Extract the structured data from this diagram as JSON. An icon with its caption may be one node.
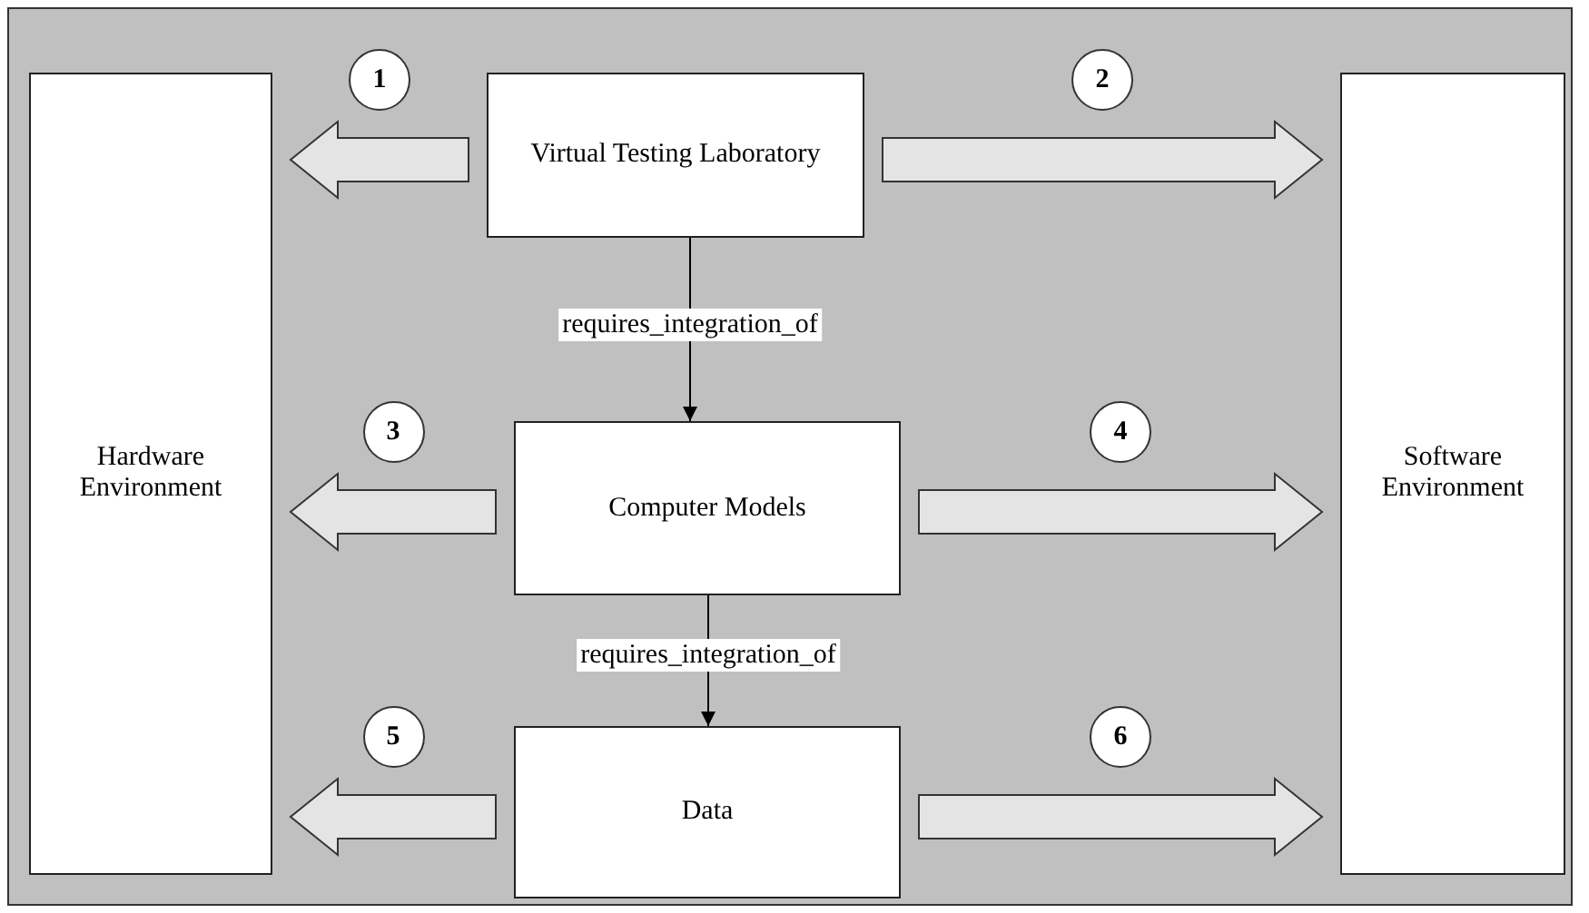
{
  "diagram": {
    "nodes": [
      {
        "text": [
          "Hardware Environment"
        ]
      },
      {
        "text": [
          "Virtual Testing Laboratory"
        ]
      },
      {
        "text": [
          "Computer Models"
        ]
      },
      {
        "text": [
          "Data"
        ]
      },
      {
        "text": [
          "Software Environment"
        ]
      }
    ],
    "edges": [
      {
        "from": 1,
        "to": 2,
        "arrow": "to",
        "label": "requires_integration_of"
      },
      {
        "from": 2,
        "to": 3,
        "arrow": "to",
        "label": "requires_integration_of"
      },
      {
        "from": 1,
        "to": 0,
        "arrow": "to",
        "label": "1",
        "style": "thick"
      },
      {
        "from": 1,
        "to": 4,
        "arrow": "to",
        "label": "2",
        "style": "thick"
      },
      {
        "from": 2,
        "to": 0,
        "arrow": "to",
        "label": "3",
        "style": "thick"
      },
      {
        "from": 2,
        "to": 4,
        "arrow": "to",
        "label": "4",
        "style": "thick"
      },
      {
        "from": 3,
        "to": 0,
        "arrow": "to",
        "label": "5",
        "style": "thick"
      },
      {
        "from": 3,
        "to": 4,
        "arrow": "to",
        "label": "6",
        "style": "thick"
      }
    ]
  }
}
